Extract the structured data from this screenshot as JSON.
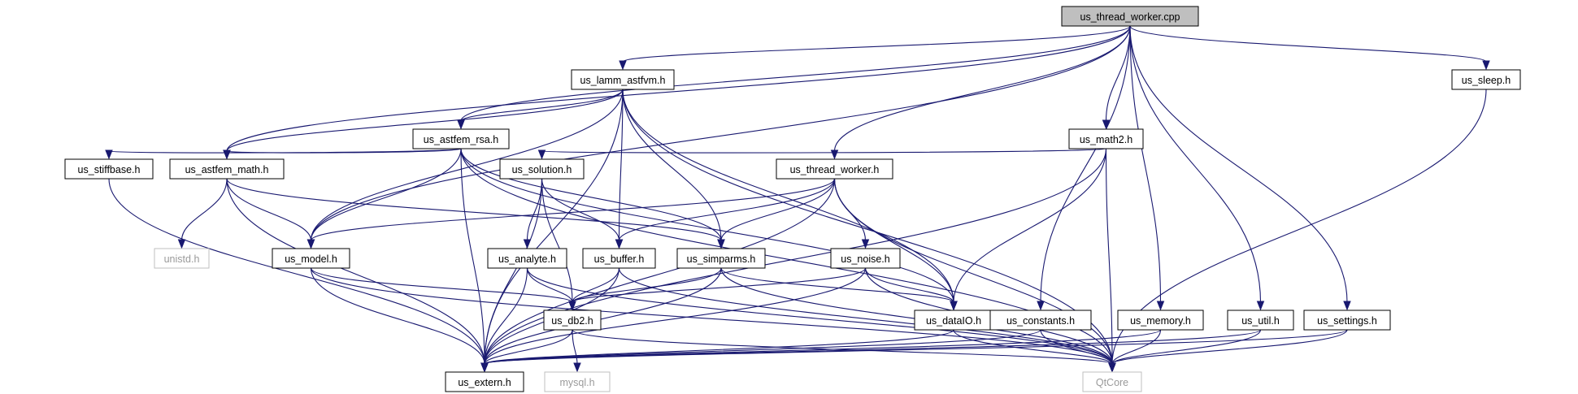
{
  "diagram": {
    "nodes": [
      {
        "id": "root",
        "label": "us_thread_worker.cpp",
        "kind": "root"
      },
      {
        "id": "lamm",
        "label": "us_lamm_astfvm.h",
        "kind": "header"
      },
      {
        "id": "sleep",
        "label": "us_sleep.h",
        "kind": "header"
      },
      {
        "id": "rsa",
        "label": "us_astfem_rsa.h",
        "kind": "header"
      },
      {
        "id": "math2",
        "label": "us_math2.h",
        "kind": "header"
      },
      {
        "id": "stiff",
        "label": "us_stiffbase.h",
        "kind": "header"
      },
      {
        "id": "amath",
        "label": "us_astfem_math.h",
        "kind": "header"
      },
      {
        "id": "sol",
        "label": "us_solution.h",
        "kind": "header"
      },
      {
        "id": "tw",
        "label": "us_thread_worker.h",
        "kind": "header"
      },
      {
        "id": "unistd",
        "label": "unistd.h",
        "kind": "external"
      },
      {
        "id": "model",
        "label": "us_model.h",
        "kind": "header"
      },
      {
        "id": "analyte",
        "label": "us_analyte.h",
        "kind": "header"
      },
      {
        "id": "buffer",
        "label": "us_buffer.h",
        "kind": "header"
      },
      {
        "id": "simparms",
        "label": "us_simparms.h",
        "kind": "header"
      },
      {
        "id": "noise",
        "label": "us_noise.h",
        "kind": "header"
      },
      {
        "id": "db2",
        "label": "us_db2.h",
        "kind": "header"
      },
      {
        "id": "dataio",
        "label": "us_dataIO.h",
        "kind": "header"
      },
      {
        "id": "const",
        "label": "us_constants.h",
        "kind": "header"
      },
      {
        "id": "memory",
        "label": "us_memory.h",
        "kind": "header"
      },
      {
        "id": "util",
        "label": "us_util.h",
        "kind": "header"
      },
      {
        "id": "settings",
        "label": "us_settings.h",
        "kind": "header"
      },
      {
        "id": "extern",
        "label": "us_extern.h",
        "kind": "header"
      },
      {
        "id": "mysql",
        "label": "mysql.h",
        "kind": "external"
      },
      {
        "id": "qtcore",
        "label": "QtCore",
        "kind": "external"
      }
    ],
    "edges": [
      [
        "root",
        "lamm"
      ],
      [
        "root",
        "sleep"
      ],
      [
        "root",
        "rsa"
      ],
      [
        "root",
        "math2"
      ],
      [
        "root",
        "amath"
      ],
      [
        "root",
        "tw"
      ],
      [
        "root",
        "model"
      ],
      [
        "root",
        "const"
      ],
      [
        "root",
        "memory"
      ],
      [
        "root",
        "util"
      ],
      [
        "root",
        "settings"
      ],
      [
        "lamm",
        "rsa"
      ],
      [
        "lamm",
        "amath"
      ],
      [
        "lamm",
        "model"
      ],
      [
        "lamm",
        "buffer"
      ],
      [
        "lamm",
        "simparms"
      ],
      [
        "lamm",
        "dataio"
      ],
      [
        "lamm",
        "extern"
      ],
      [
        "lamm",
        "qtcore"
      ],
      [
        "sleep",
        "qtcore"
      ],
      [
        "rsa",
        "stiff"
      ],
      [
        "rsa",
        "amath"
      ],
      [
        "rsa",
        "model"
      ],
      [
        "rsa",
        "simparms"
      ],
      [
        "rsa",
        "dataio"
      ],
      [
        "rsa",
        "extern"
      ],
      [
        "rsa",
        "qtcore"
      ],
      [
        "math2",
        "sol"
      ],
      [
        "math2",
        "dataio"
      ],
      [
        "math2",
        "extern"
      ],
      [
        "math2",
        "qtcore"
      ],
      [
        "stiff",
        "extern"
      ],
      [
        "amath",
        "unistd"
      ],
      [
        "amath",
        "model"
      ],
      [
        "amath",
        "simparms"
      ],
      [
        "amath",
        "extern"
      ],
      [
        "sol",
        "analyte"
      ],
      [
        "sol",
        "buffer"
      ],
      [
        "sol",
        "db2"
      ],
      [
        "sol",
        "extern"
      ],
      [
        "tw",
        "model"
      ],
      [
        "tw",
        "buffer"
      ],
      [
        "tw",
        "simparms"
      ],
      [
        "tw",
        "noise"
      ],
      [
        "tw",
        "dataio"
      ],
      [
        "tw",
        "extern"
      ],
      [
        "tw",
        "qtcore"
      ],
      [
        "model",
        "db2"
      ],
      [
        "model",
        "extern"
      ],
      [
        "model",
        "qtcore"
      ],
      [
        "analyte",
        "db2"
      ],
      [
        "analyte",
        "extern"
      ],
      [
        "analyte",
        "qtcore"
      ],
      [
        "buffer",
        "db2"
      ],
      [
        "buffer",
        "extern"
      ],
      [
        "buffer",
        "qtcore"
      ],
      [
        "simparms",
        "db2"
      ],
      [
        "simparms",
        "dataio"
      ],
      [
        "simparms",
        "extern"
      ],
      [
        "simparms",
        "qtcore"
      ],
      [
        "noise",
        "db2"
      ],
      [
        "noise",
        "dataio"
      ],
      [
        "noise",
        "extern"
      ],
      [
        "noise",
        "qtcore"
      ],
      [
        "db2",
        "mysql"
      ],
      [
        "db2",
        "extern"
      ],
      [
        "db2",
        "qtcore"
      ],
      [
        "dataio",
        "extern"
      ],
      [
        "dataio",
        "qtcore"
      ],
      [
        "const",
        "extern"
      ],
      [
        "const",
        "qtcore"
      ],
      [
        "memory",
        "extern"
      ],
      [
        "memory",
        "qtcore"
      ],
      [
        "util",
        "extern"
      ],
      [
        "util",
        "qtcore"
      ],
      [
        "settings",
        "extern"
      ],
      [
        "settings",
        "qtcore"
      ]
    ]
  }
}
